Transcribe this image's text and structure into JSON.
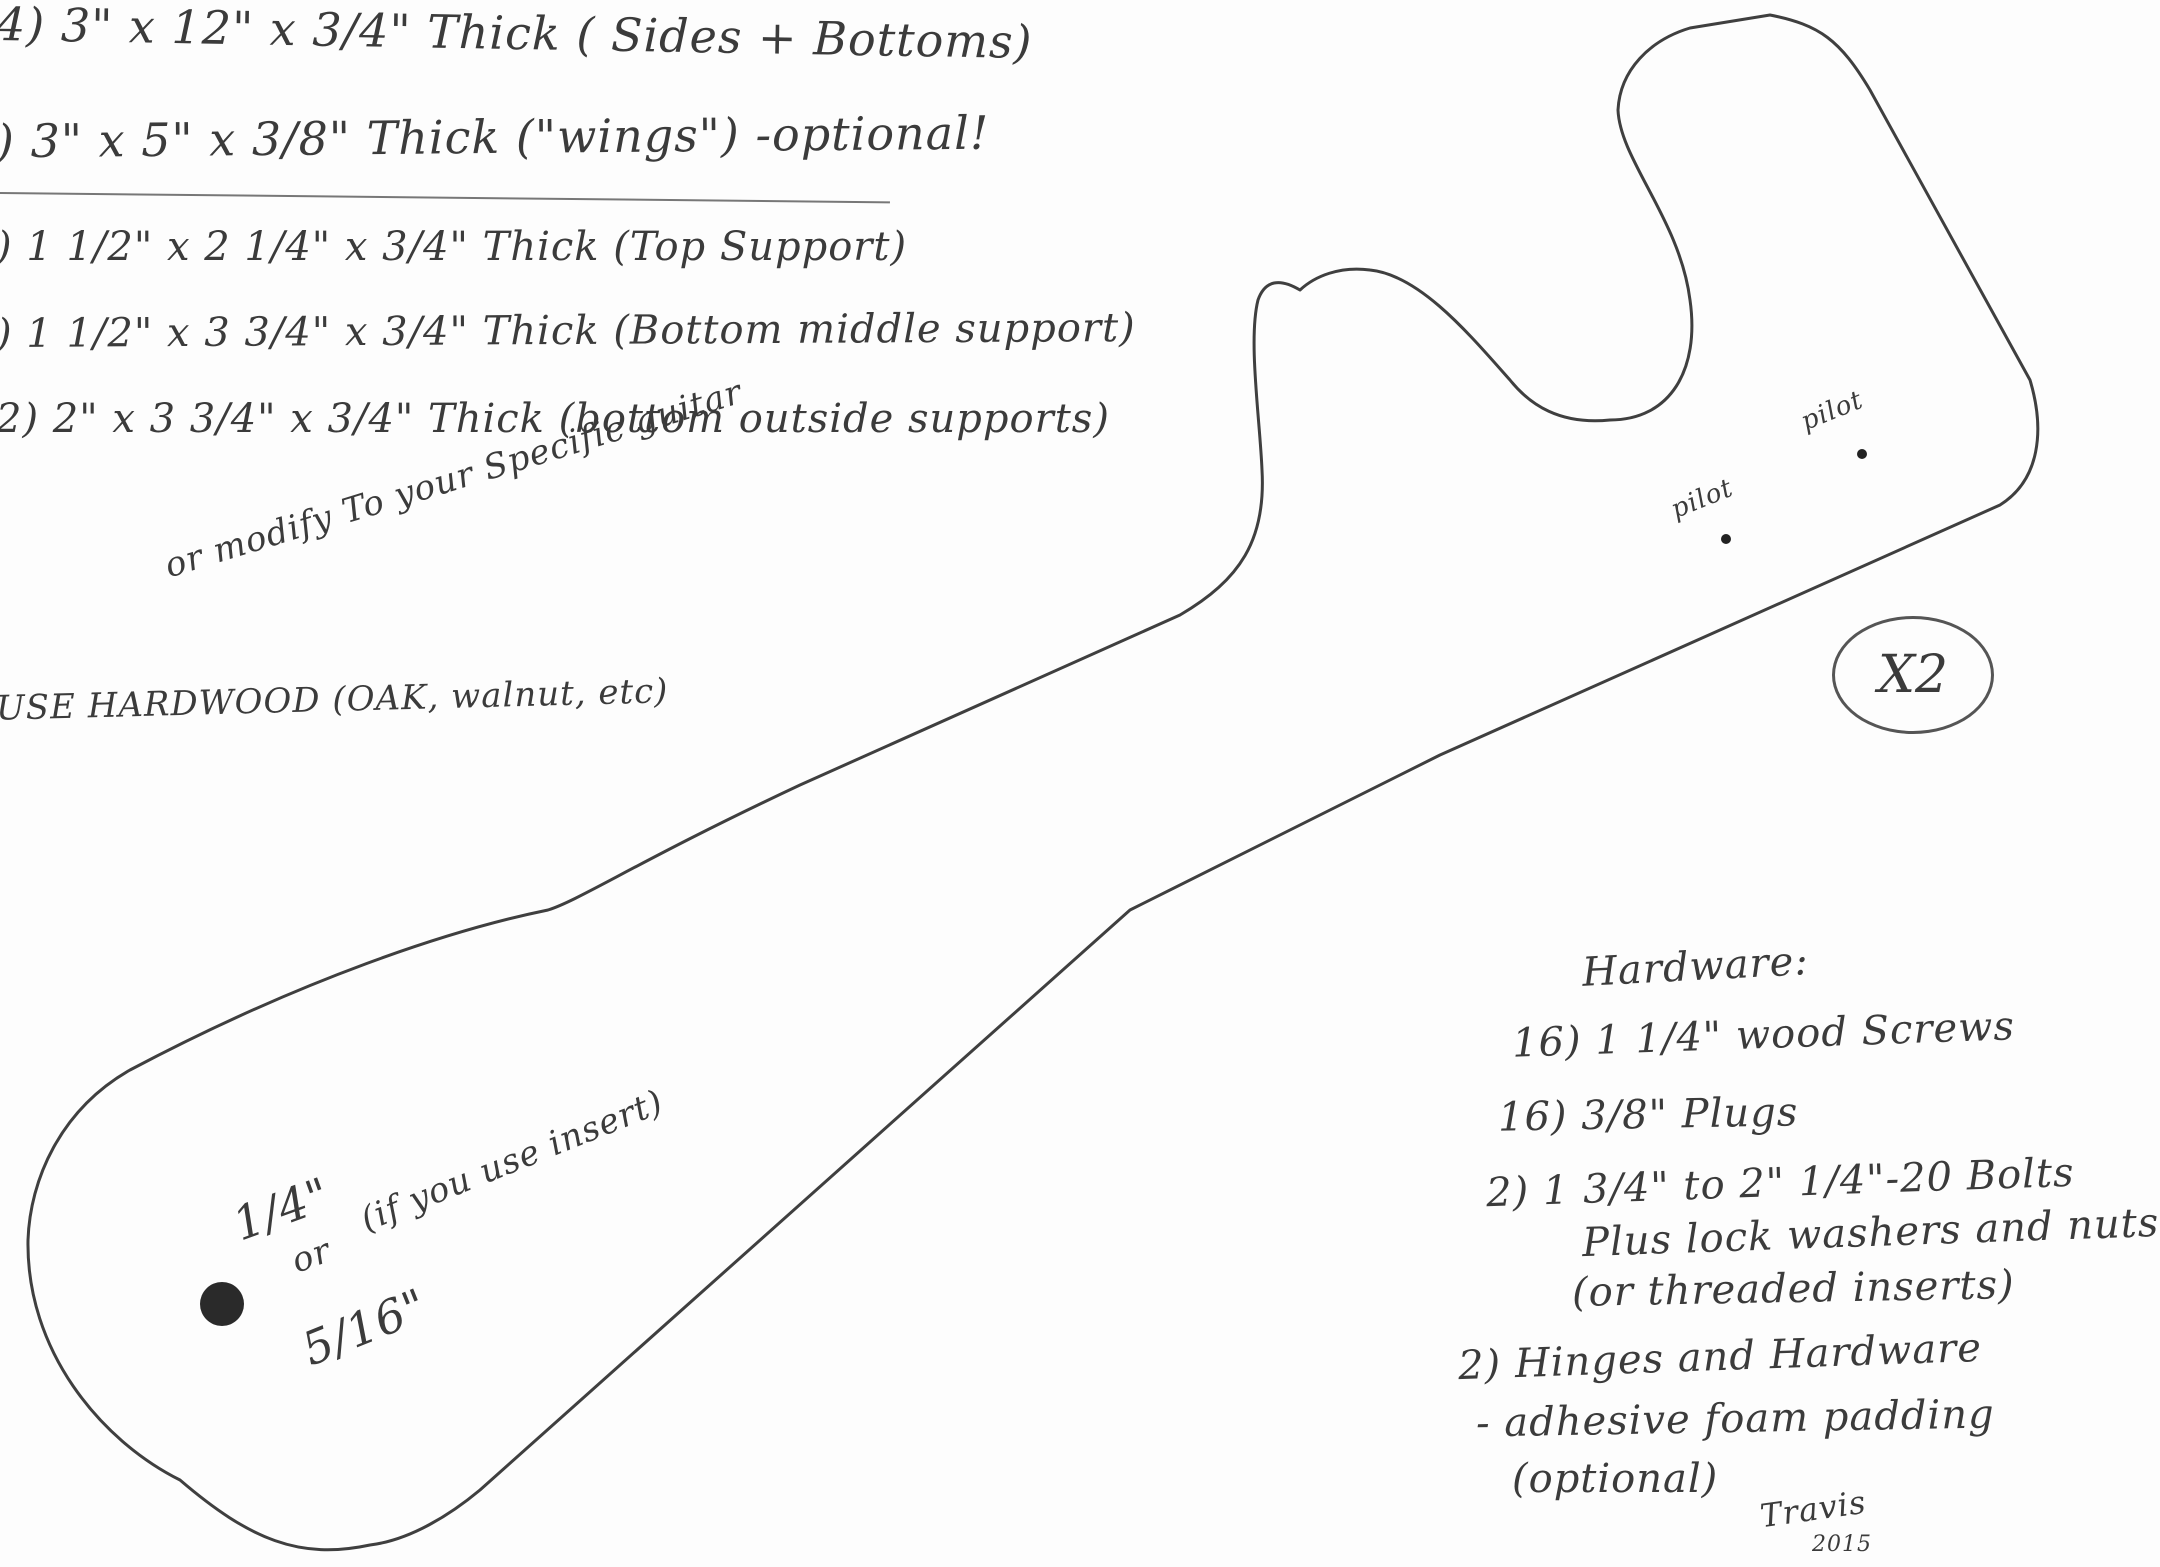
{
  "parts_list": {
    "lines": [
      {
        "qty": "4)",
        "text": "3\" x 12\"  x 3/4\" Thick  ( Sides + Bottoms)"
      },
      {
        "qty": ")",
        "text": "3\" x 5\" x 3/8\" Thick  (\"wings\") -optional!"
      },
      {
        "qty": ")",
        "text": "1 1/2\" x 2 1/4\" x 3/4\" Thick  (Top Support)"
      },
      {
        "qty": ")",
        "text": "1 1/2\" x 3 3/4\" x 3/4\" Thick  (Bottom middle support)"
      },
      {
        "qty": "2)",
        "text": "2\" x 3 3/4\" x 3/4\" Thick  (bottom outside supports)"
      }
    ],
    "modify_note": "or modify To your Specific guitar",
    "material_note": "USE HARDWOOD (OAK, walnut, etc)"
  },
  "template": {
    "multiplier": "X2",
    "pilot_label_1": "pilot",
    "pilot_label_2": "pilot",
    "hole_size": "1/4\"",
    "hole_or": "or",
    "hole_alt_size": "5/16\"",
    "hole_note": "(if you use insert)"
  },
  "hardware": {
    "title": "Hardware:",
    "items": [
      "16) 1 1/4\" wood Screws",
      "16) 3/8\" Plugs",
      "2) 1 3/4\" to 2\" 1/4\"-20 Bolts",
      "Plus lock washers and nuts",
      "(or threaded inserts)",
      "2) Hinges and Hardware",
      "- adhesive foam padding",
      "(optional)"
    ]
  },
  "signature": {
    "name": "Travis",
    "year": "2015"
  }
}
